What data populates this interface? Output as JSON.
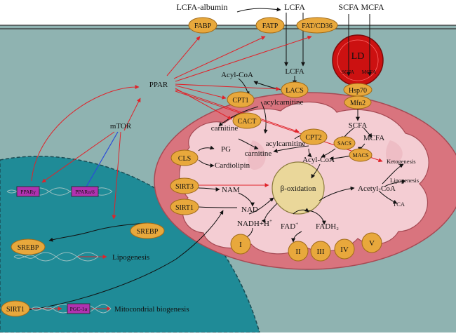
{
  "top": {
    "lcfa_albumin": "LCFA-albumin",
    "lcfa": "LCFA",
    "scfa": "SCFA",
    "mcfa": "MCFA"
  },
  "membrane": {
    "fabp": "FABP",
    "fatp": "FATP",
    "fat_cd36": "FAT/CD36"
  },
  "cytosol": {
    "lcfa": "LCFA",
    "acyl_coa": "Acyl-CoA",
    "lacs": "LACS",
    "ppar": "PPAR",
    "mtor": "mTOR",
    "cpt1": "CPT1",
    "acylcarnitine_1": "acylcarnitine",
    "carnitine_1": "carnitine",
    "cact": "CACT"
  },
  "lipid_droplet": {
    "ld": "LD",
    "scfa": "SCFA",
    "mcfa": "MCFA",
    "hsp70": "Hsp70",
    "mfn2": "Mfn2"
  },
  "mito": {
    "scfa": "SCFA",
    "mcfa": "MCFA",
    "sacs": "SACS",
    "macs": "MACS",
    "cpt2": "CPT2",
    "acylcarnitine_2": "acylcarnitine",
    "carnitine_2": "carnitine",
    "acyl_coa": "Acyl-CoA",
    "cls": "CLS",
    "pg": "PG",
    "cardiolipin": "Cardiolipin",
    "beta_oxidation": "β-oxidation",
    "sirt3": "SIRT3",
    "sirt1": "SIRT1",
    "nam": "NAM",
    "nad": "NAD",
    "nadh": "NADH+H",
    "nadh_sup": "+",
    "fad": "FAD",
    "fad_sup": "+",
    "fadh2": "FADH₂",
    "acetyl_coa": "Acetyl-CoA",
    "ketogenesis": "Ketogenesis",
    "lipogenesis": "Lipogenesis",
    "tca": "TCA",
    "complexes": [
      "I",
      "II",
      "III",
      "IV",
      "V"
    ]
  },
  "nucleus": {
    "ppar_gamma": "PPARγ",
    "ppar_ab": "PPARα/δ",
    "srebp_cyto": "SREBP",
    "srebp_nuc": "SREBP",
    "lipogenesis": "Lipogenesis",
    "sirt1": "SIRT1",
    "pgc1a": "PGC-1α",
    "mito_biogenesis": "Mitocondrial biogenesis"
  },
  "colors": {
    "cell": "#8fb3b1",
    "nucleus": "#1f8b97",
    "mito_outer": "#d9747e",
    "mito_inner": "#f4cdd3",
    "enzyme": "#e8a83c",
    "lipid_droplet": "#cc1111",
    "beta_ox": "#ead79a",
    "gene_box": "#b032b0",
    "activation_arrow": "#e0232a",
    "inhibition": "#2a4bd8"
  }
}
